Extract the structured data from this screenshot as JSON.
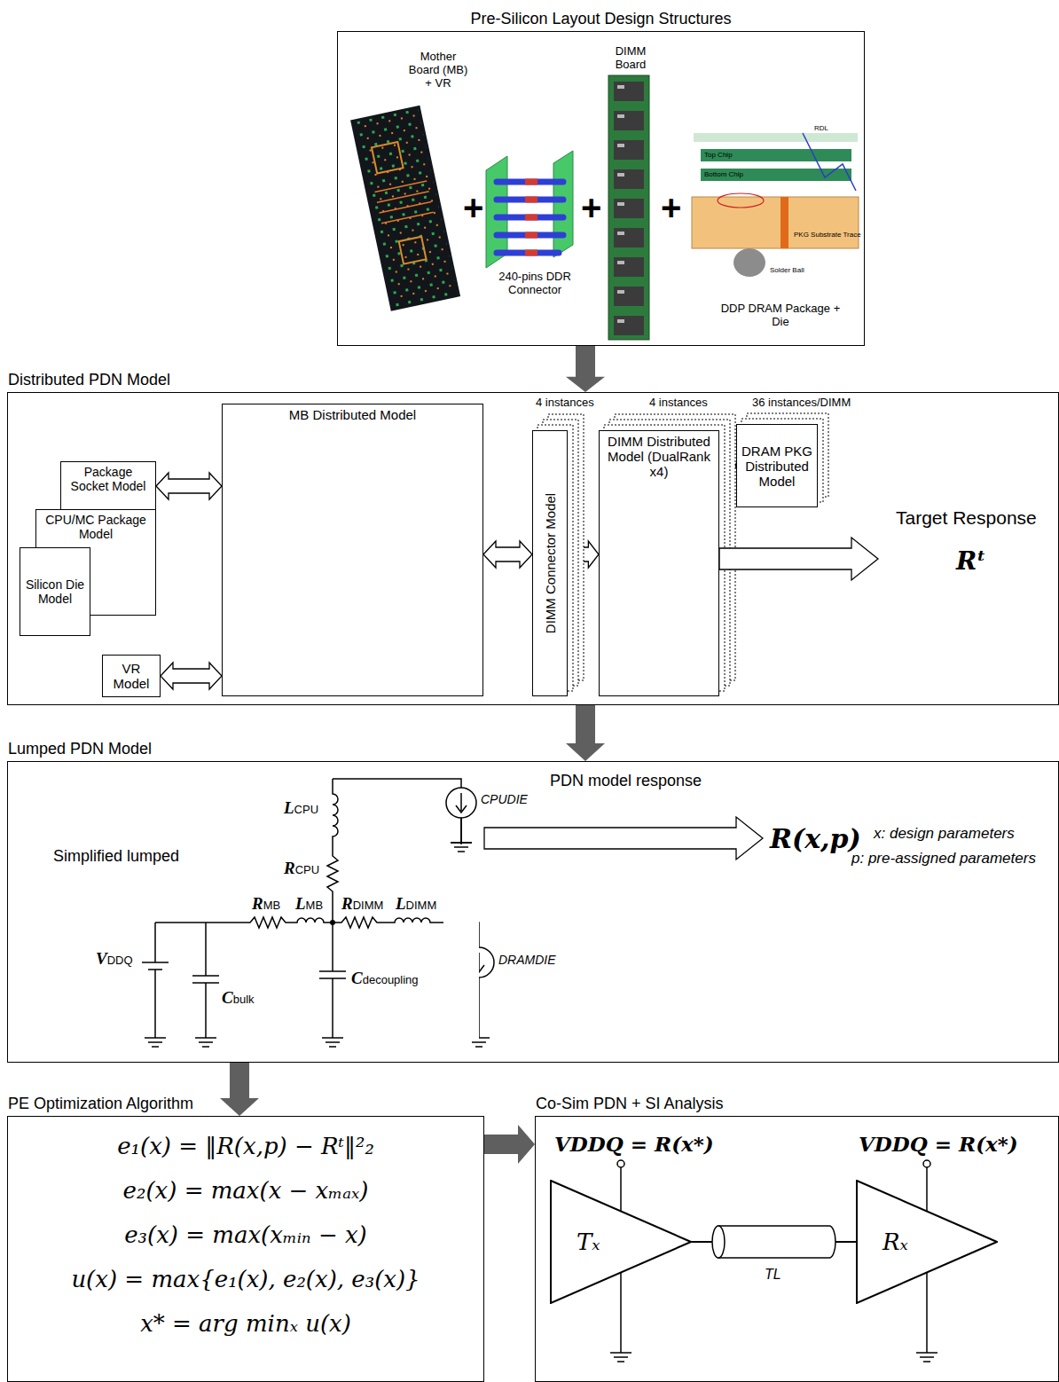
{
  "diagram": {
    "nodes": [
      {
        "text": [
          "Pre-Silicon Layout Design Structures"
        ]
      },
      {
        "text": [
          "Distributed PDN Model"
        ]
      },
      {
        "text": [
          "Package Socket Model"
        ],
        "in": 1
      },
      {
        "text": [
          "CPU/MC Package Model"
        ],
        "in": 1
      },
      {
        "text": [
          "Silicon Die Model"
        ],
        "in": 1
      },
      {
        "text": [
          "VR Model"
        ],
        "in": 1
      },
      {
        "text": [
          "MB Distributed Model"
        ],
        "in": 1
      },
      {
        "text": [
          "DIMM Connector Model"
        ],
        "in": 1
      },
      {
        "text": [
          "DIMM Distributed Model (DualRank x4)"
        ],
        "in": 1
      },
      {
        "text": [
          "DRAM PKG Distributed Model"
        ],
        "in": 1
      },
      {
        "text": [
          "Lumped PDN Model"
        ]
      },
      {
        "text": [
          "PE Optimization Algorithm",
          "e₁(x) = ‖R(x,p) − Rᵗ‖²₂",
          "e₂(x) = max(x − xₘₐₓ)",
          "e₃(x) = max(xₘᵢₙ − x)",
          "u(x) = max{e₁(x), e₂(x), e₃(x)}",
          "x* = arg minₓ u(x)"
        ]
      },
      {
        "text": [
          "Co-Sim PDN + SI Analysis"
        ]
      },
      {
        "text": [
          "Tₓ"
        ],
        "in": 12
      },
      {
        "text": [
          "Rₓ"
        ],
        "in": 12
      }
    ],
    "edges": [
      {
        "from": 0,
        "to": 1,
        "arrow": "to"
      },
      {
        "from": 1,
        "to": 10,
        "arrow": "to"
      },
      {
        "from": 10,
        "to": 11,
        "arrow": "to"
      },
      {
        "from": 11,
        "to": 12,
        "arrow": "to"
      },
      {
        "from": 2,
        "to": 6,
        "arrow": "both"
      },
      {
        "from": 5,
        "to": 6,
        "arrow": "both"
      },
      {
        "from": 6,
        "to": 7,
        "arrow": "both"
      },
      {
        "from": 7,
        "to": 8,
        "arrow": "both"
      },
      {
        "from": 8,
        "to": 9,
        "arrow": "both"
      },
      {
        "from": 13,
        "to": 14,
        "arrow": "none"
      }
    ],
    "labels": [
      "Mother Board (MB) + VR",
      "+",
      "240-pins DDR Connector",
      "+",
      "DIMM Board",
      "+",
      "DDP DRAM Package + Die",
      "RDL",
      "Top Chip",
      "Bottom Chip",
      "Solder Ball",
      "PKG Substrate Trace",
      "4 instances",
      "4 instances",
      "36 instances/DIMM",
      "Target Response",
      "Rᵗ",
      "Simplified lumped",
      "LCPU",
      "RCPU",
      "CPUDIE",
      "PDN model response",
      "R(x,p)",
      "x: design parameters",
      "p: pre-assigned parameters",
      "RMB",
      "LMB",
      "RDIMM",
      "LDIMM",
      "VDDQ",
      "Cbulk",
      "Cdecoupling",
      "DRAMDIE",
      "VDDQ = R(x*)",
      "VDDQ = R(x*)",
      "TL"
    ]
  }
}
